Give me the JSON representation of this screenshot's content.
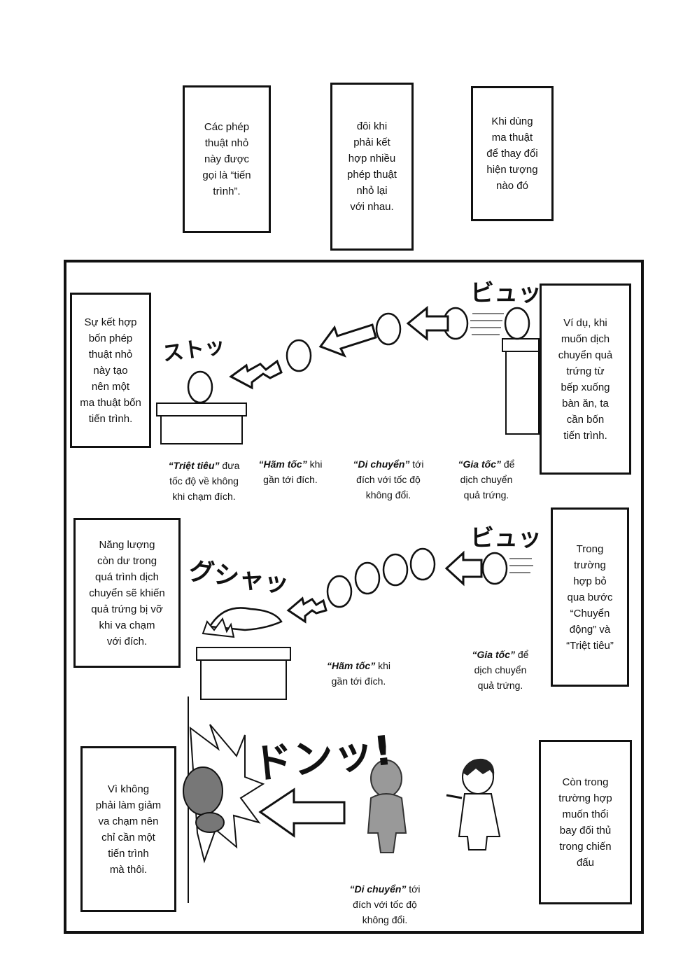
{
  "top_boxes": {
    "box1": "Các phép\nthuật nhỏ\nnày được\ngọi là “tiến\ntrình”.",
    "box2": "đôi khi\nphải kết\nhợp nhiều\nphép thuật\nnhỏ lại\nvới nhau.",
    "box3": "Khi dùng\nma thuật\nđể thay đổi\nhiện tượng\nnào đó"
  },
  "row1": {
    "left_box": "Sự kết hợp\nbốn phép\nthuật nhỏ\nnày tạo\nnên một\nma thuật bốn\ntiến trình.",
    "right_box": "Ví dụ, khi\nmuốn dịch\nchuyển quả\ntrứng từ\nbếp xuống\nbàn ăn, ta\ncần bốn\ntiến trình.",
    "sfx_top": "ビュッ",
    "sfx_stop": "ストッ",
    "cap_cancel_em": "“Triệt tiêu”",
    "cap_cancel_rest": " đưa\ntốc độ về không\nkhi chạm đích.",
    "cap_brake_em": "“Hãm tốc”",
    "cap_brake_rest": " khi\ngần tới đích.",
    "cap_move_em": "“Di chuyển”",
    "cap_move_rest": " tới\nđích với tốc độ\nkhông đổi.",
    "cap_accel_em": "“Gia tốc”",
    "cap_accel_rest": " để\ndịch chuyển\nquả trứng."
  },
  "row2": {
    "left_box": "Năng lượng\ncòn dư trong\nquá trình dịch\nchuyển sẽ khiến\nquả trứng bị vỡ\nkhi va chạm\nvới đích.",
    "right_box": "Trong\ntrường\nhợp bỏ\nqua bước\n“Chuyển\nđộng” và\n“Triệt tiêu”",
    "sfx_top": "ビュッ",
    "sfx_splat": "グシャッ",
    "cap_brake_em": "“Hãm tốc”",
    "cap_brake_rest": " khi\ngần tới đích.",
    "cap_accel_em": "“Gia tốc”",
    "cap_accel_rest": " để\ndịch chuyển\nquả trứng."
  },
  "row3": {
    "left_box": "Vì không\nphải làm giảm\nva chạm nên\nchỉ cần một\ntiến trình\nmà thôi.",
    "right_box": "Còn trong\ntrường hợp\nmuốn thổi\nbay đối thủ\ntrong chiến\nđấu",
    "sfx_bang": "ドンッ!",
    "cap_move_em": "“Di chuyển”",
    "cap_move_rest": " tới\nđích với tốc độ\nkhông đổi."
  }
}
